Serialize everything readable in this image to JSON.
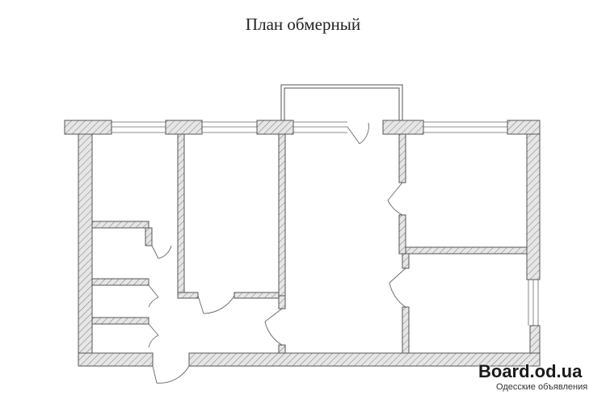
{
  "title": "План обмерный",
  "watermark": {
    "main": "Board.od.ua",
    "sub": "Одесские объявления"
  }
}
